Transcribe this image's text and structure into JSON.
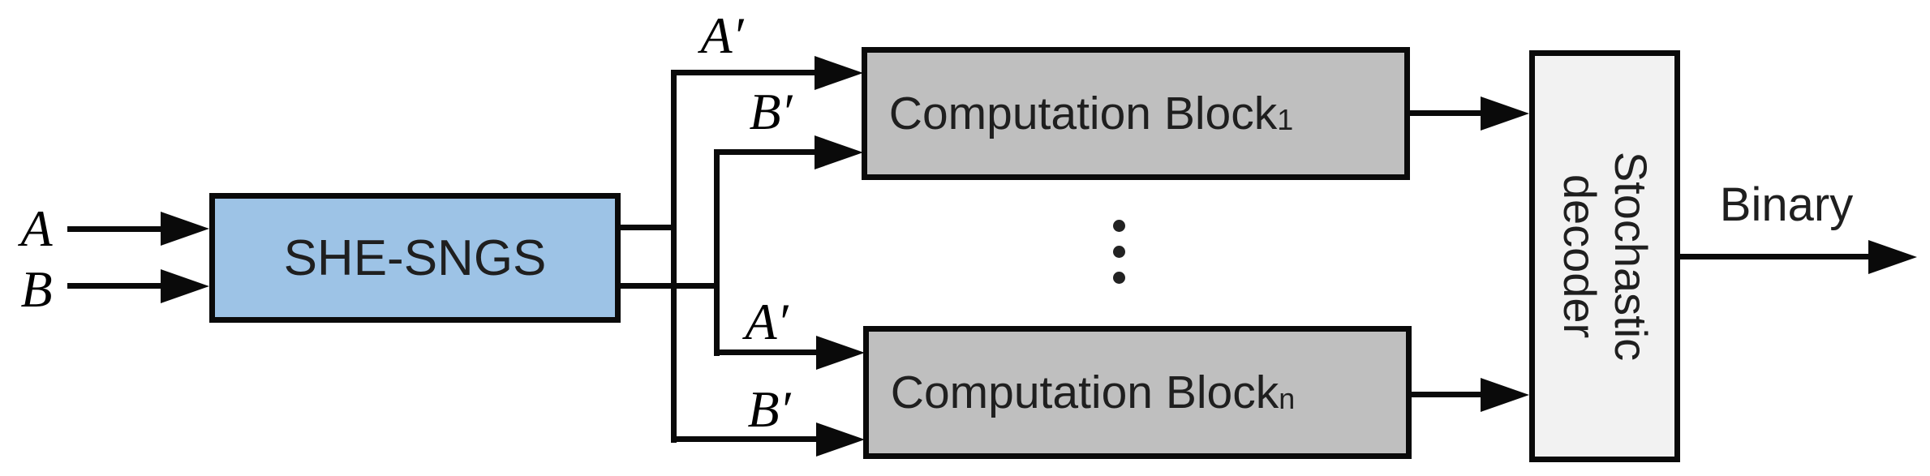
{
  "diagram": {
    "inputs": {
      "a": "A",
      "b": "B"
    },
    "sngs_box": {
      "label": "SHE-SNGS"
    },
    "wire_labels": {
      "a_top": "A′",
      "b_top": "B′",
      "a_bottom": "A′",
      "b_bottom": "B′"
    },
    "blocks": {
      "block1": {
        "base": "Computation Block",
        "sub": "1"
      },
      "blockn": {
        "base": "Computation Block",
        "sub": "n"
      }
    },
    "ellipsis": "⋮",
    "decoder": {
      "line1": "Stochastic",
      "line2": "decoder"
    },
    "output": {
      "label": "Binary"
    }
  },
  "colors": {
    "sngs-fill": "#9DC3E6",
    "block-fill": "#BFBFBF",
    "decoder-fill": "#F2F2F2",
    "line": "#0A0A0A",
    "text": "#1F1F1F"
  }
}
